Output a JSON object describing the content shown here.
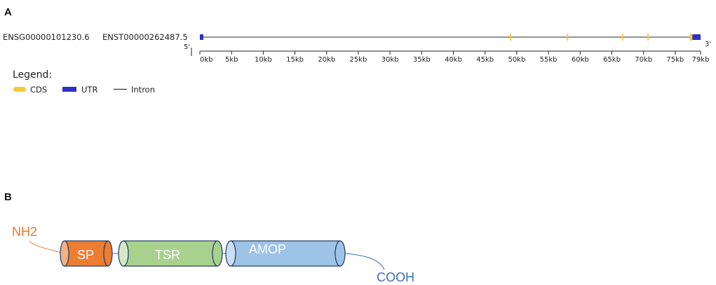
{
  "panel_a": {
    "label": "A",
    "gene_id": "ENSG00000101230.6",
    "transcript_id": "ENST00000262487.5",
    "five_prime": "5'",
    "three_prime": "3'",
    "axis_max_kb": 79,
    "ticks": [
      {
        "kb": 0,
        "label": "0kb"
      },
      {
        "kb": 5,
        "label": "5kb"
      },
      {
        "kb": 10,
        "label": "10kb"
      },
      {
        "kb": 15,
        "label": "15kb"
      },
      {
        "kb": 20,
        "label": "20kb"
      },
      {
        "kb": 25,
        "label": "25kb"
      },
      {
        "kb": 30,
        "label": "30kb"
      },
      {
        "kb": 35,
        "label": "35kb"
      },
      {
        "kb": 40,
        "label": "40kb"
      },
      {
        "kb": 45,
        "label": "45kb"
      },
      {
        "kb": 50,
        "label": "50kb"
      },
      {
        "kb": 55,
        "label": "55kb"
      },
      {
        "kb": 60,
        "label": "60kb"
      },
      {
        "kb": 65,
        "label": "65kb"
      },
      {
        "kb": 70,
        "label": "70kb"
      },
      {
        "kb": 75,
        "label": "75kb"
      },
      {
        "kb": 79,
        "label": "79kb"
      }
    ],
    "features": [
      {
        "type": "UTR",
        "start_kb": 0.0,
        "end_kb": 0.3
      },
      {
        "type": "CDS",
        "start_kb": 48.9,
        "end_kb": 49.1
      },
      {
        "type": "CDS",
        "start_kb": 57.9,
        "end_kb": 58.1
      },
      {
        "type": "CDS",
        "start_kb": 66.6,
        "end_kb": 66.8
      },
      {
        "type": "CDS",
        "start_kb": 70.6,
        "end_kb": 70.8
      },
      {
        "type": "CDS",
        "start_kb": 77.3,
        "end_kb": 77.7
      },
      {
        "type": "UTR",
        "start_kb": 77.7,
        "end_kb": 79.0
      }
    ],
    "legend": {
      "title": "Legend:",
      "items": [
        {
          "key": "CDS",
          "label": "CDS",
          "color": "#f5c842"
        },
        {
          "key": "UTR",
          "label": "UTR",
          "color": "#2e2ec8"
        },
        {
          "key": "Intron",
          "label": "Intron",
          "color": "#333333"
        }
      ]
    },
    "colors": {
      "cds": "#f5c842",
      "utr": "#2e2ec8",
      "intron": "#555555"
    }
  },
  "panel_b": {
    "label": "B",
    "n_terminus": "NH2",
    "c_terminus": "COOH",
    "n_terminus_color": "#e8782c",
    "c_terminus_color": "#3b6fb6",
    "domains": [
      {
        "key": "sp",
        "label": "SP",
        "color": "#ed7d31",
        "cap_color": "#f4b183"
      },
      {
        "key": "tsr",
        "label": "TSR",
        "color": "#a9d18e",
        "cap_color": "#d5e8c6"
      },
      {
        "key": "amop",
        "label": "AMOP",
        "color": "#9dc3e6",
        "cap_color": "#c9def2"
      }
    ],
    "outline_color": "#1f3864"
  }
}
